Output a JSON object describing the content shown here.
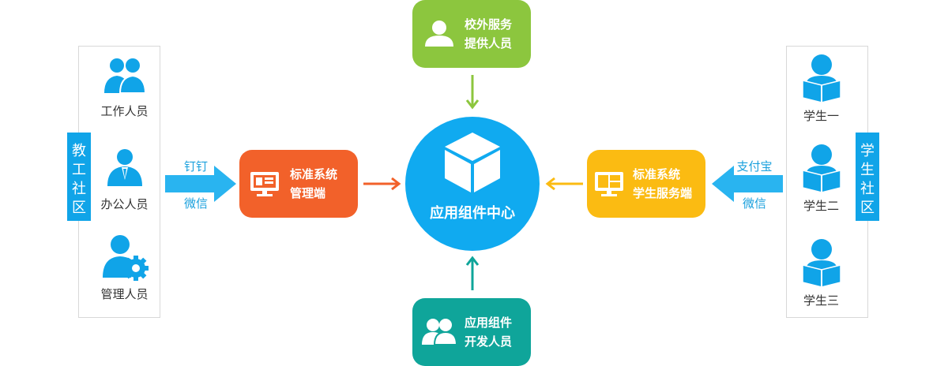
{
  "left": {
    "tab": "教工社区",
    "people": [
      {
        "label": "工作人员"
      },
      {
        "label": "办公人员"
      },
      {
        "label": "管理人员"
      }
    ]
  },
  "right": {
    "tab": "学生社区",
    "people": [
      {
        "label": "学生一"
      },
      {
        "label": "学生二"
      },
      {
        "label": "学生三"
      }
    ]
  },
  "left_arrow": {
    "top": "钉钉",
    "bottom": "微信"
  },
  "right_arrow": {
    "top": "支付宝",
    "bottom": "微信"
  },
  "boxes": {
    "admin": {
      "line1": "标准系统",
      "line2": "管理端",
      "color": "#f2612a"
    },
    "student": {
      "line1": "标准系统",
      "line2": "学生服务端",
      "color": "#fbbb12"
    },
    "external": {
      "line1": "校外服务",
      "line2": "提供人员",
      "color": "#8cc63e"
    },
    "developer": {
      "line1": "应用组件",
      "line2": "开发人员",
      "color": "#0fa59a"
    }
  },
  "hub": {
    "label": "应用组件中心",
    "color": "#10aaf0"
  },
  "colors": {
    "tab": "#10a4e8",
    "icon": "#10a4e8",
    "arrow": "#29b4f0"
  }
}
